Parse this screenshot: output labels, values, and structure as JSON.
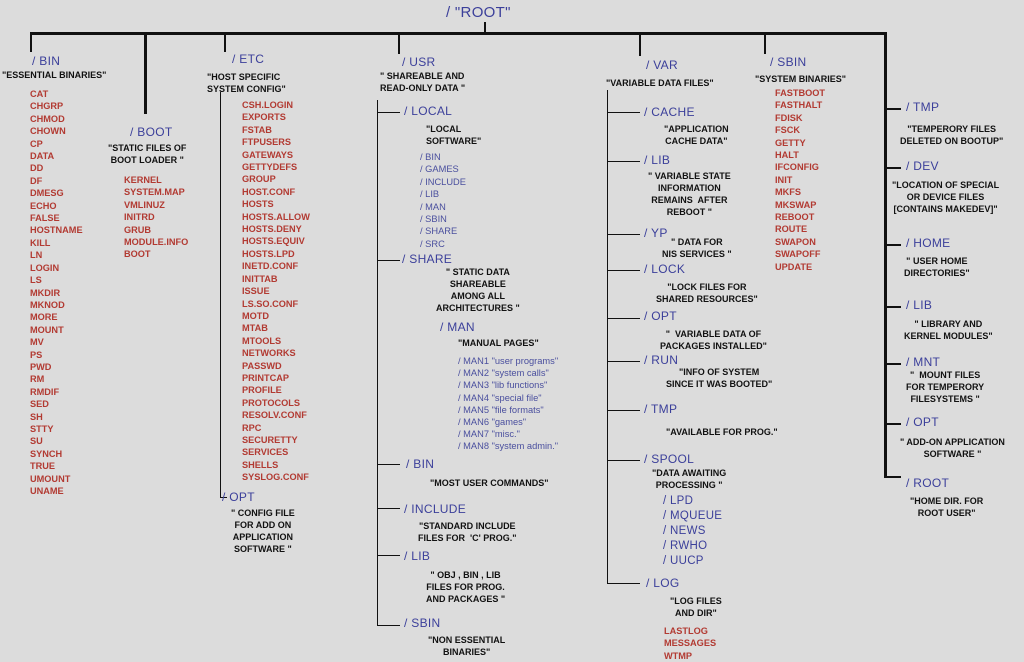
{
  "root": {
    "name": "/   \"ROOT\""
  },
  "bin": {
    "name": "/ BIN",
    "desc": "\"ESSENTIAL BINARIES\"",
    "files": [
      "CAT",
      "CHGRP",
      "CHMOD",
      "CHOWN",
      "CP",
      "DATA",
      "DD",
      "DF",
      "DMESG",
      "ECHO",
      "FALSE",
      "HOSTNAME",
      "KILL",
      "LN",
      "LOGIN",
      "LS",
      "MKDIR",
      "MKNOD",
      "MORE",
      "MOUNT",
      "MV",
      "PS",
      "PWD",
      "RM",
      "RMDIF",
      "SED",
      "SH",
      "STTY",
      "SU",
      "SYNCH",
      "TRUE",
      "UMOUNT",
      "UNAME"
    ]
  },
  "boot": {
    "name": "/ BOOT",
    "desc": "\"STATIC FILES OF\nBOOT LOADER \"",
    "files": [
      "KERNEL",
      "SYSTEM.MAP",
      "VMLINUZ",
      "INITRD",
      "GRUB",
      "MODULE.INFO",
      "BOOT"
    ]
  },
  "etc": {
    "name": "/ ETC",
    "desc": "\"HOST SPECIFIC\nSYSTEM CONFIG\"",
    "files": [
      "CSH.LOGIN",
      "EXPORTS",
      "FSTAB",
      "FTPUSERS",
      "GATEWAYS",
      "GETTYDEFS",
      "GROUP",
      "HOST.CONF",
      "HOSTS",
      "HOSTS.ALLOW",
      "HOSTS.DENY",
      "HOSTS.EQUIV",
      "HOSTS.LPD",
      "INETD.CONF",
      "INITTAB",
      "ISSUE",
      "LS.SO.CONF",
      "MOTD",
      "MTAB",
      "MTOOLS",
      "NETWORKS",
      "PASSWD",
      "PRINTCAP",
      "PROFILE",
      "PROTOCOLS",
      "RESOLV.CONF",
      "RPC",
      "SECURETTY",
      "SERVICES",
      "SHELLS",
      "SYSLOG.CONF"
    ],
    "opt": {
      "name": "/ OPT",
      "desc": "\" CONFIG FILE\nFOR ADD ON\nAPPLICATION\nSOFTWARE \""
    }
  },
  "usr": {
    "name": "/ USR",
    "desc": "\" SHAREABLE AND\nREAD-ONLY DATA \"",
    "local": {
      "name": "/ LOCAL",
      "desc": "\"LOCAL\nSOFTWARE\"",
      "subs": [
        "/ BIN",
        "/ GAMES",
        "/ INCLUDE",
        "/ LIB",
        "/ MAN",
        "/ SBIN",
        "/ SHARE",
        "/ SRC"
      ]
    },
    "share": {
      "name": "/ SHARE",
      "desc": "\" STATIC DATA\nSHAREABLE\nAMONG ALL\nARCHITECTURES \""
    },
    "man": {
      "name": "/ MAN",
      "desc": "\"MANUAL PAGES\"",
      "subs": [
        "/ MAN1 \"user programs\"",
        "/ MAN2 \"system calls\"",
        "/ MAN3 \"lib functions\"",
        "/ MAN4 \"special file\"",
        "/ MAN5 \"file formats\"",
        "/ MAN6 \"games\"",
        "/ MAN7 \"misc.\"",
        "/ MAN8 \"system admin.\""
      ]
    },
    "bin": {
      "name": "/ BIN",
      "desc": "\"MOST USER COMMANDS\""
    },
    "include": {
      "name": "/ INCLUDE",
      "desc": "\"STANDARD INCLUDE\nFILES FOR  'C' PROG.\""
    },
    "lib": {
      "name": "/ LIB",
      "desc": "\" OBJ , BIN , LIB\nFILES FOR PROG.\nAND PACKAGES \""
    },
    "sbin": {
      "name": "/ SBIN",
      "desc": "\"NON ESSENTIAL\nBINARIES\""
    }
  },
  "var": {
    "name": "/ VAR",
    "desc": "\"VARIABLE DATA FILES\"",
    "cache": {
      "name": "/ CACHE",
      "desc": "\"APPLICATION\nCACHE DATA\""
    },
    "lib": {
      "name": "/ LIB",
      "desc": "\" VARIABLE STATE\nINFORMATION\nREMAINS  AFTER\nREBOOT \""
    },
    "yp": {
      "name": "/ YP",
      "desc": "\" DATA FOR\nNIS SERVICES \""
    },
    "lock": {
      "name": "/ LOCK",
      "desc": "\"LOCK FILES FOR\nSHARED RESOURCES\""
    },
    "opt": {
      "name": "/ OPT",
      "desc": "\"  VARIABLE DATA OF\nPACKAGES INSTALLED\""
    },
    "run": {
      "name": "/ RUN",
      "desc": "\"INFO OF SYSTEM\nSINCE IT WAS BOOTED\""
    },
    "tmp": {
      "name": "/ TMP",
      "desc": "\"AVAILABLE FOR PROG.\""
    },
    "spool": {
      "name": "/ SPOOL",
      "desc": "\"DATA AWAITING\nPROCESSING \"",
      "subs": [
        "/ LPD",
        "/ MQUEUE",
        "/ NEWS",
        "/ RWHO",
        "/ UUCP"
      ]
    },
    "log": {
      "name": "/ LOG",
      "desc": "\"LOG FILES\nAND DIR\"",
      "files": [
        "LASTLOG",
        "MESSAGES",
        "WTMP"
      ]
    }
  },
  "sbin": {
    "name": "/ SBIN",
    "desc": "\"SYSTEM BINARIES\"",
    "files": [
      "FASTBOOT",
      "FASTHALT",
      "FDISK",
      "FSCK",
      "GETTY",
      "HALT",
      "IFCONFIG",
      "INIT",
      "MKFS",
      "MKSWAP",
      "REBOOT",
      "ROUTE",
      "SWAPON",
      "SWAPOFF",
      "UPDATE"
    ]
  },
  "right": {
    "tmp": {
      "name": "/ TMP",
      "desc": "\"TEMPERORY FILES\nDELETED ON BOOTUP\""
    },
    "dev": {
      "name": "/ DEV",
      "desc": "\"LOCATION OF SPECIAL\nOR DEVICE FILES\n[CONTAINS MAKEDEV]\""
    },
    "home": {
      "name": "/ HOME",
      "desc": "\" USER HOME\nDIRECTORIES\""
    },
    "lib": {
      "name": "/ LIB",
      "desc": "\" LIBRARY AND\nKERNEL MODULES\""
    },
    "mnt": {
      "name": "/ MNT",
      "desc": "\"  MOUNT FILES\nFOR TEMPERORY\nFILESYSTEMS \""
    },
    "opt": {
      "name": "/ OPT",
      "desc": "\" ADD-ON APPLICATION\nSOFTWARE \""
    },
    "root": {
      "name": "/ ROOT",
      "desc": "\"HOME DIR. FOR\nROOT USER\""
    }
  }
}
